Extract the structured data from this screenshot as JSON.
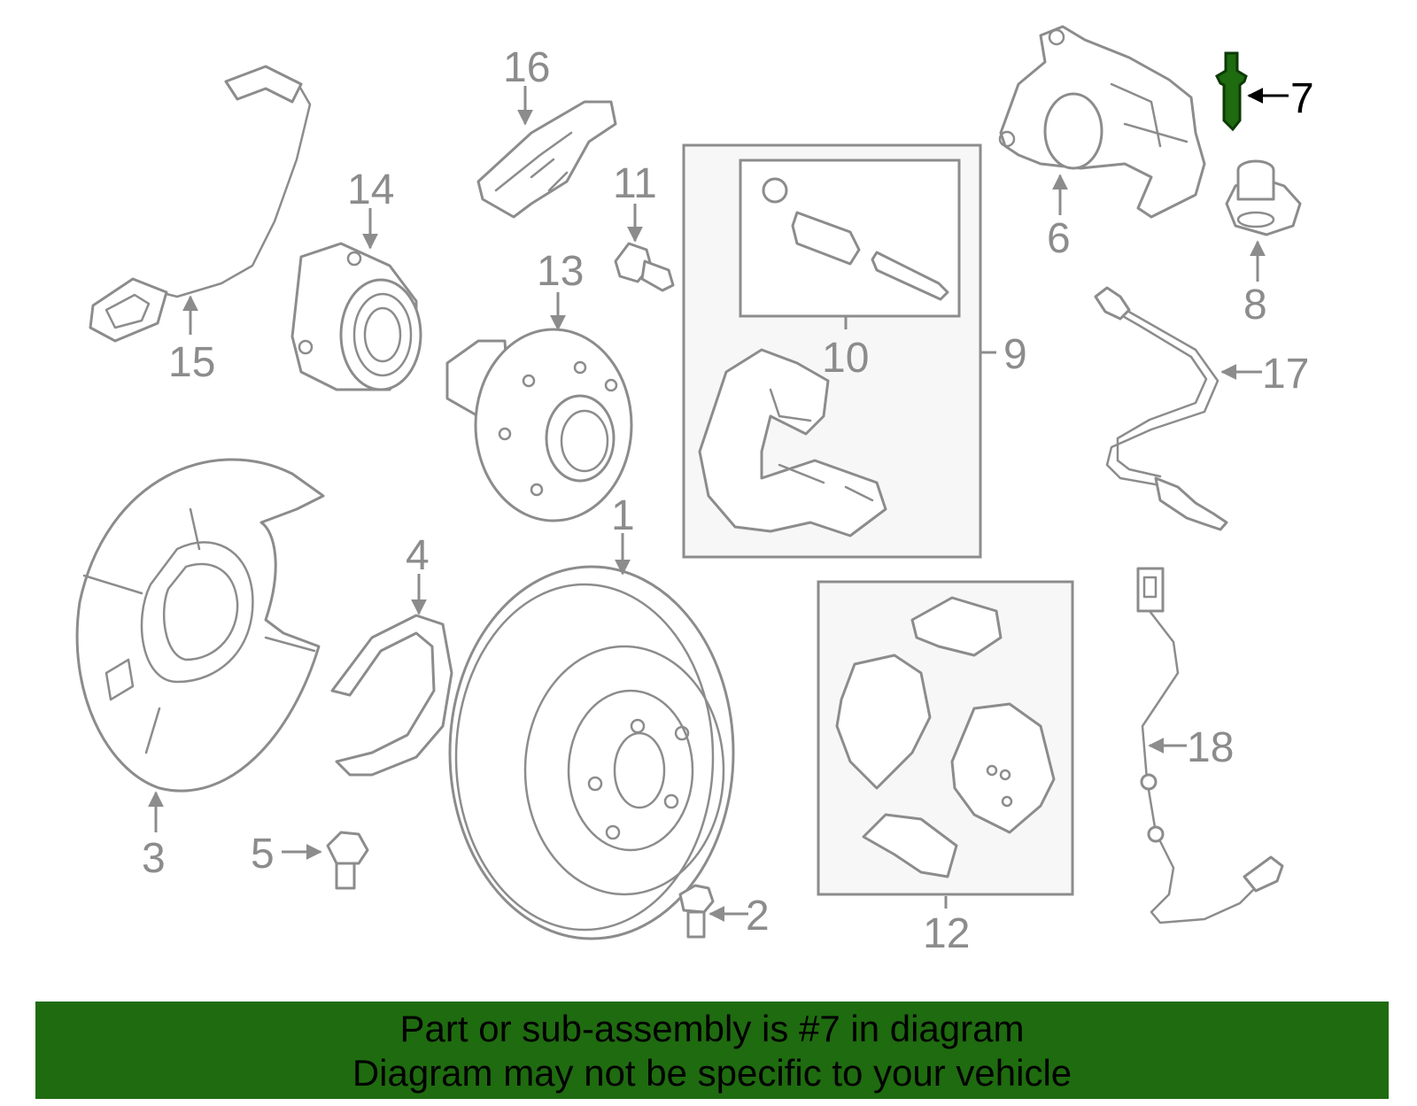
{
  "diagram": {
    "callouts": [
      "1",
      "2",
      "3",
      "4",
      "5",
      "6",
      "7",
      "8",
      "9",
      "10",
      "11",
      "12",
      "13",
      "14",
      "15",
      "16",
      "17",
      "18"
    ],
    "highlighted_part": "7",
    "highlight_color": "#1f6b10"
  },
  "banner": {
    "line1": "Part or sub-assembly is #7 in diagram",
    "line2": "Diagram may not be specific to your vehicle",
    "background": "#1f6b10"
  }
}
